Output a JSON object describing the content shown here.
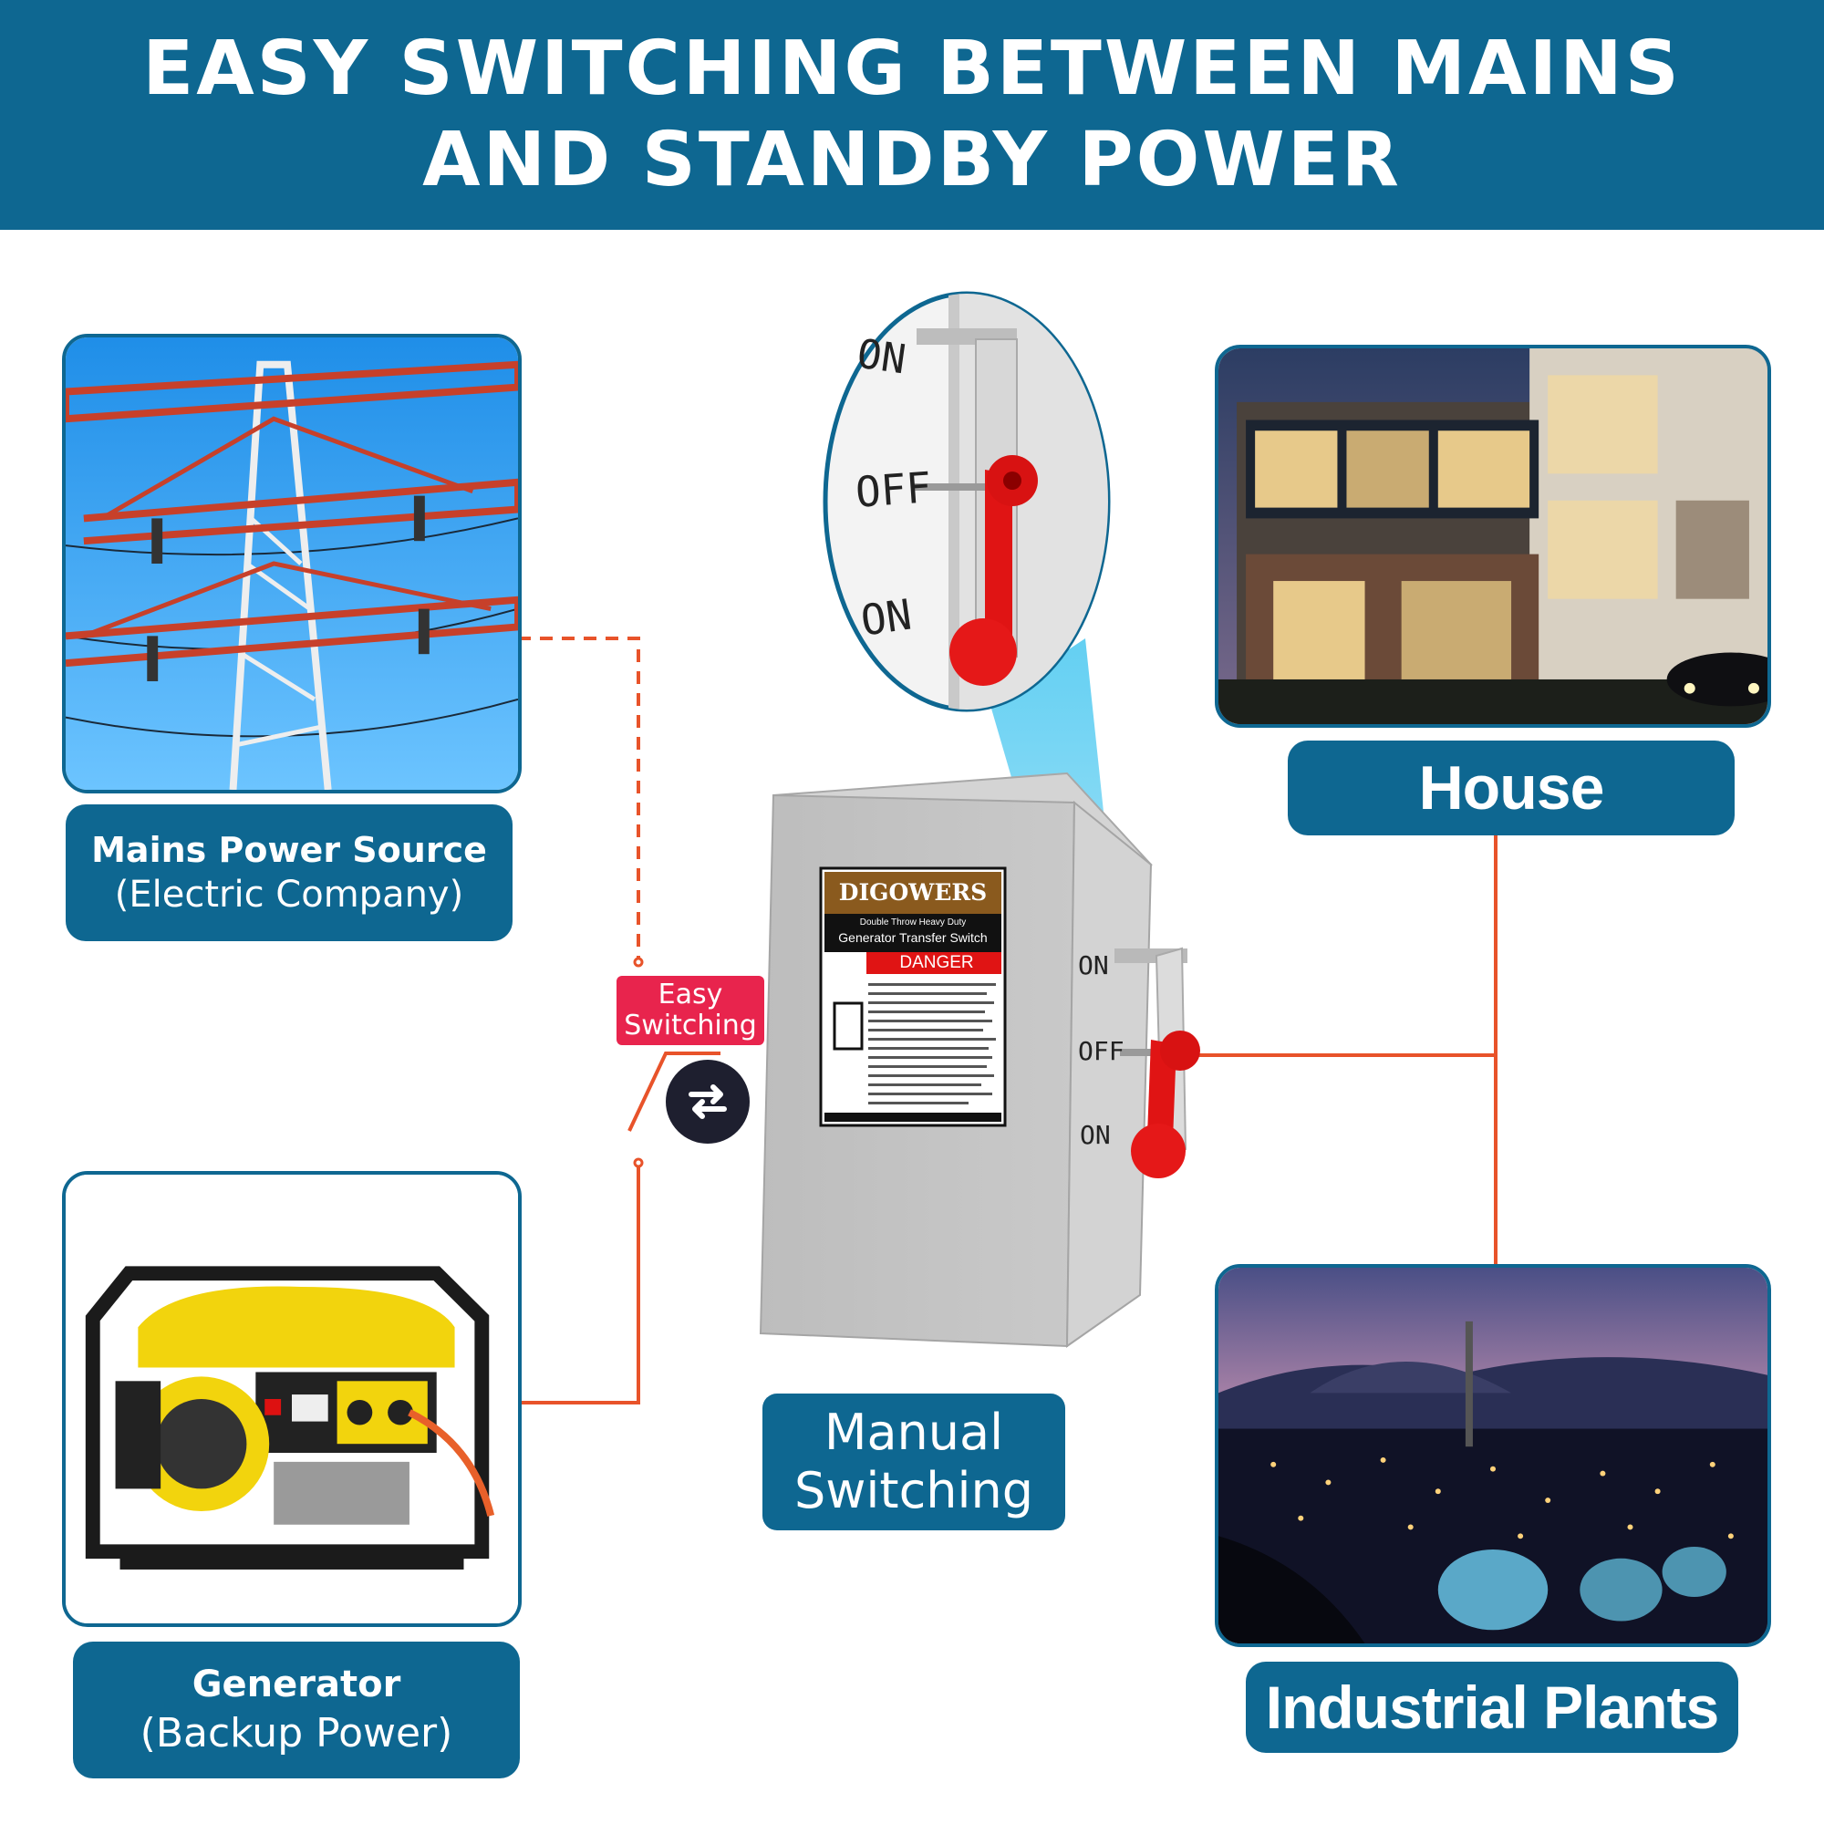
{
  "header": {
    "title_line1": "EASY SWITCHING BETWEEN MAINS",
    "title_line2": "AND STANDBY POWER"
  },
  "sources": {
    "mains": {
      "title": "Mains Power Source",
      "subtitle": "(Electric Company)",
      "icon": "power-tower-photo"
    },
    "generator": {
      "title": "Generator",
      "subtitle": "(Backup Power)",
      "icon": "generator-photo"
    }
  },
  "switch": {
    "badge_line1": "Easy",
    "badge_line2": "Switching",
    "swap_icon": "swap-arrows-icon",
    "label_line1": "Manual",
    "label_line2": "Switching",
    "brand": "DIGOWERS",
    "product_line1": "Double Throw Heavy Duty",
    "product_line2": "Generator Transfer Switch",
    "danger_label": "DANGER",
    "positions": {
      "top": "ON",
      "middle": "OFF",
      "bottom": "ON"
    },
    "zoom_positions": {
      "top": "ON",
      "middle": "OFF",
      "bottom": "ON"
    }
  },
  "loads": {
    "house": {
      "label": "House",
      "icon": "house-photo"
    },
    "industrial": {
      "label": "Industrial Plants",
      "icon": "industrial-plant-photo"
    }
  },
  "colors": {
    "brand_blue": "#0e6791",
    "connector_orange": "#e8532a",
    "badge_red": "#e8244d",
    "handle_red": "#e01414"
  }
}
